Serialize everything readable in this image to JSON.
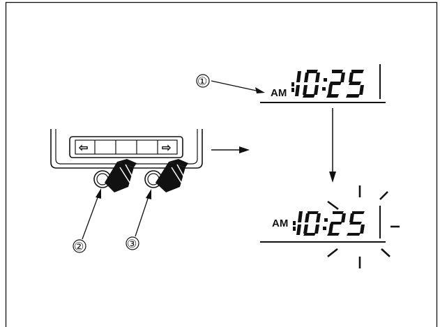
{
  "display_top": {
    "period": "AM",
    "time": "10:25"
  },
  "display_bottom": {
    "period": "AM",
    "time": "10:25",
    "state": "blinking"
  },
  "keypad": {
    "left_key_symbol": "⇦",
    "right_key_symbol": "⇨"
  },
  "callouts": [
    {
      "number": "①",
      "refers_to": "display"
    },
    {
      "number": "②",
      "refers_to": "left-button"
    },
    {
      "number": "③",
      "refers_to": "right-button"
    }
  ],
  "colors": {
    "ink": "#111111",
    "paper": "#ffffff"
  }
}
